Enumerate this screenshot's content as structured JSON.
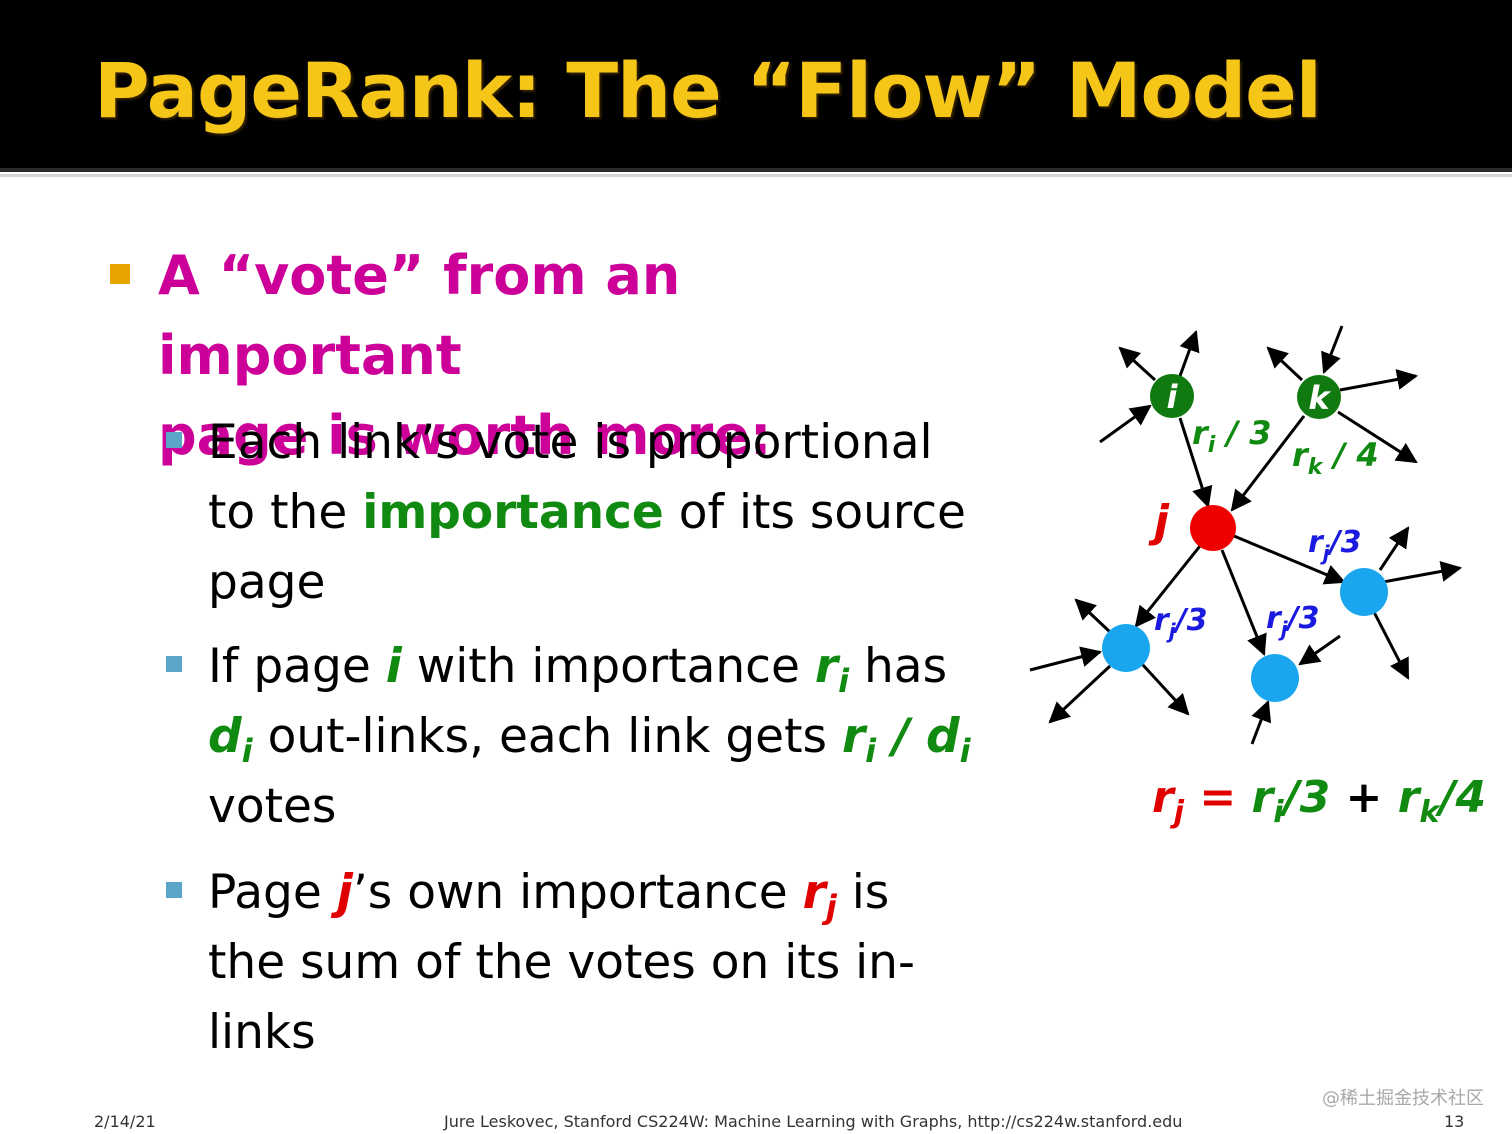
{
  "slide": {
    "title": "PageRank: The “Flow” Model",
    "main_point": {
      "line1": "A “vote” from an important",
      "line2": "page is worth more:"
    },
    "sub_points": [
      {
        "l1": "Each link’s vote is proportional",
        "l2_a": "to the ",
        "l2_b": "importance",
        "l2_c": " of its source",
        "l3": "page"
      },
      {
        "l1_a": "If page ",
        "l1_b": "i",
        "l1_c": " with importance ",
        "l1_d": "r",
        "l1_e": "i",
        "l1_f": " has",
        "l2_a": "d",
        "l2_b": "i",
        "l2_c": " out-links, each link gets ",
        "l2_d": "r",
        "l2_e": "i",
        "l2_f": " / d",
        "l2_g": "i",
        "l3": "votes"
      },
      {
        "l1_a": "Page ",
        "l1_b": "j",
        "l1_c": "’s own importance ",
        "l1_d": "r",
        "l1_e": "j",
        "l1_f": " is",
        "l2": "the sum of the votes on its in-",
        "l3": "links"
      }
    ]
  },
  "diagram": {
    "nodes": {
      "i": "i",
      "k": "k",
      "j": "j"
    },
    "edge_labels": {
      "ri": {
        "r": "r",
        "sub": "i",
        "rest": " / 3"
      },
      "rk": {
        "r": "r",
        "sub": "k",
        "rest": " / 4"
      },
      "rj_right": {
        "r": "r",
        "sub": "j",
        "rest": "/3"
      },
      "rj_left": {
        "r": "r",
        "sub": "j",
        "rest": "/3"
      },
      "rj_mid": {
        "r": "r",
        "sub": "j",
        "rest": "/3"
      }
    },
    "equation": {
      "rj": "r",
      "rj_sub": "j",
      "eq": " = ",
      "ri": "r",
      "ri_sub": "i",
      "ri_div": "/3",
      "plus": " + ",
      "rk": "r",
      "rk_sub": "k",
      "rk_div": "/4"
    },
    "colors": {
      "green_node": "#107a10",
      "red_node": "#ee0000",
      "blue_node": "#1aa6ee",
      "green_text": "#108a10",
      "blue_text": "#1a1ae0",
      "red_text": "#e00000"
    }
  },
  "footer": {
    "date": "2/14/21",
    "credit": "Jure Leskovec, Stanford CS224W: Machine Learning with Graphs, http://cs224w.stanford.edu",
    "page": "13"
  },
  "watermark": "@稀土掘金技术社区"
}
